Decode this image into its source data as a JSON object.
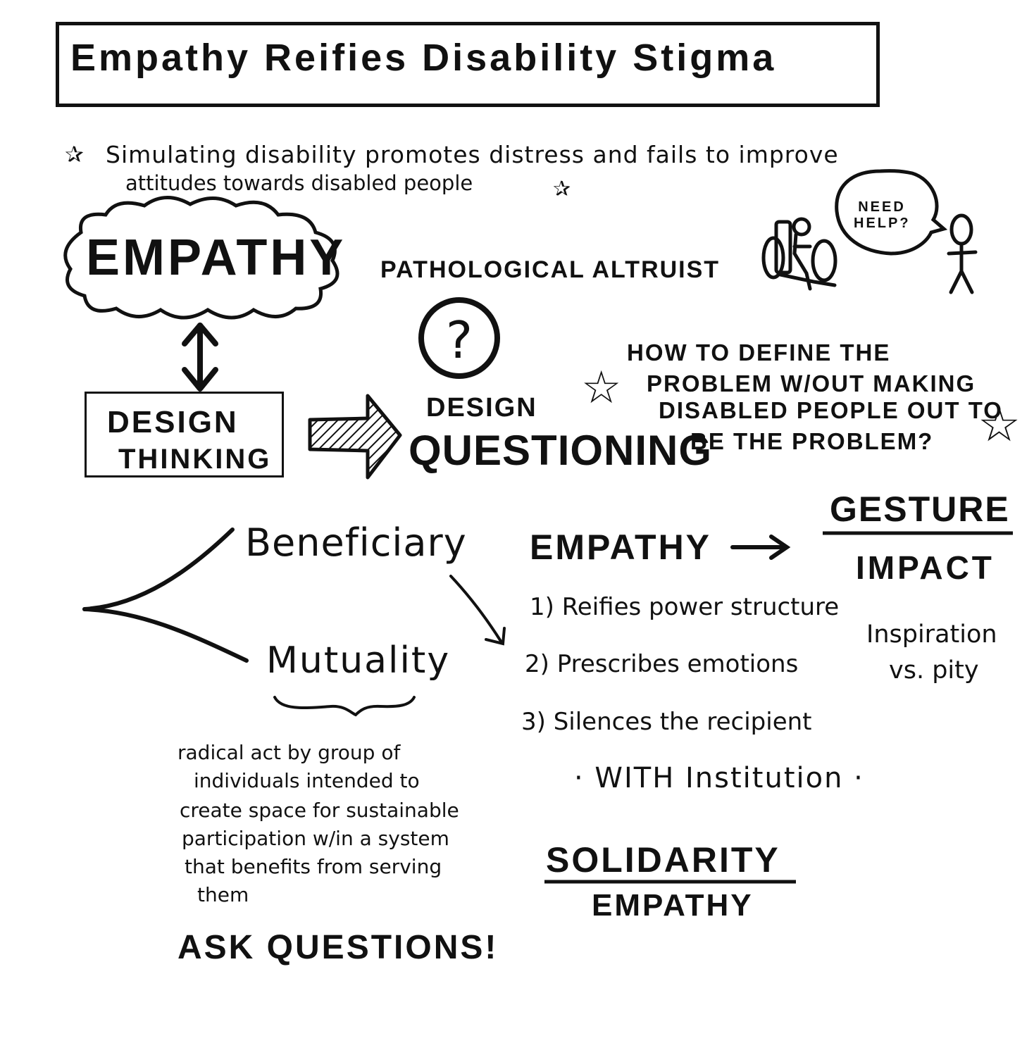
{
  "title": "Empathy Reifies Disability Stigma",
  "intro": {
    "line1": "Simulating disability promotes distress and fails to improve",
    "line2": "attitudes towards disabled people"
  },
  "cloud_label": "EMPATHY",
  "pathological_altruist": "PATHOLOGICAL ALTRUIST",
  "speech_bubble": {
    "line1": "NEED",
    "line2": "HELP?"
  },
  "design_thinking": {
    "line1": "DESIGN",
    "line2": "THINKING"
  },
  "design_questioning": {
    "line1": "DESIGN",
    "line2": "QUESTIONING"
  },
  "how_question": {
    "line1": "HOW TO DEFINE THE",
    "line2": "PROBLEM W/OUT MAKING",
    "line3": "DISABLED PEOPLE OUT TO",
    "line4": "BE THE PROBLEM?"
  },
  "branch": {
    "beneficiary": "Beneficiary",
    "mutuality": "Mutuality"
  },
  "mutuality_def": {
    "line1": "radical act by group of",
    "line2": "individuals intended to",
    "line3": "create space for sustainable",
    "line4": "participation w/in a system",
    "line5": "that benefits from serving",
    "line6": "them"
  },
  "ask_questions": "ASK QUESTIONS!",
  "empathy_effects": {
    "heading": "EMPATHY",
    "items": [
      "1) Reifies power structure",
      "2) Prescribes emotions",
      "3) Silences the recipient"
    ]
  },
  "fraction": {
    "numerator": "GESTURE",
    "denominator": "IMPACT"
  },
  "inspiration": {
    "line1": "Inspiration",
    "line2": "vs. pity"
  },
  "with_institution": "· WITH Institution ·",
  "solidarity_fraction": {
    "numerator": "SOLIDARITY",
    "denominator": "EMPATHY"
  },
  "ink_color": "#111111"
}
